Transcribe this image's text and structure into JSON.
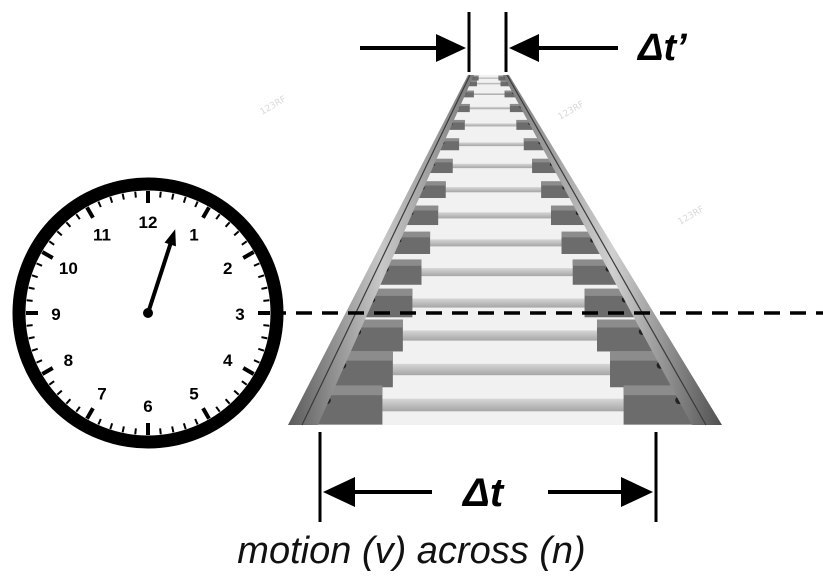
{
  "diagram": {
    "top_label": "Δt’",
    "bottom_label": "Δt",
    "caption": "motion (v) across (n)",
    "clock": {
      "numbers": [
        "12",
        "1",
        "2",
        "3",
        "4",
        "5",
        "6",
        "7",
        "8",
        "9",
        "10",
        "11"
      ],
      "hand_position_hours": 0.6
    },
    "colors": {
      "ink": "#000000",
      "rail": "#8a8a8a",
      "sleeper": "#b9b9b9",
      "plate": "#6f6f6f"
    }
  }
}
